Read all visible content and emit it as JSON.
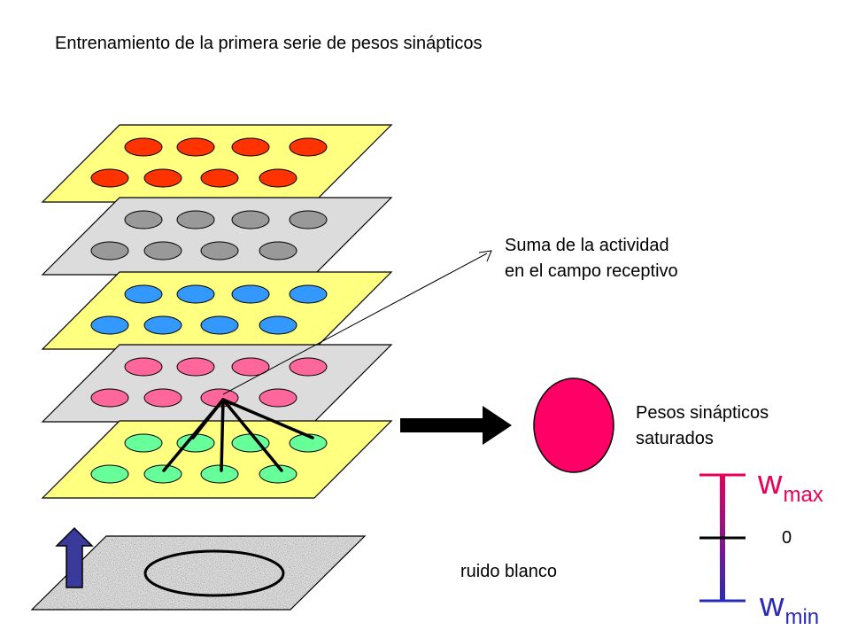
{
  "title": "Entrenamiento de la primera serie de pesos sinápticos",
  "label_sum": [
    "Suma de la actividad",
    "en el campo receptivo"
  ],
  "label_saturated": [
    "Pesos sinápticos",
    "saturados"
  ],
  "label_noise": "ruido blanco",
  "scale": {
    "max_main": "w",
    "max_sub": "max",
    "zero": "0",
    "min_main": "w",
    "min_sub": "min"
  },
  "layers": [
    {
      "name": "red-layer",
      "plane_color": "#ffff80",
      "neuron_color": "#ff3300"
    },
    {
      "name": "gray-layer",
      "plane_color": "#dcdcdc",
      "neuron_color": "#999999"
    },
    {
      "name": "blue-layer",
      "plane_color": "#ffff80",
      "neuron_color": "#3399ff"
    },
    {
      "name": "pink-layer",
      "plane_color": "#dcdcdc",
      "neuron_color": "#ff6699"
    },
    {
      "name": "green-layer",
      "plane_color": "#ffff80",
      "neuron_color": "#66ff99"
    }
  ],
  "colors": {
    "saturated_neuron": "#ff0066",
    "scale_top": "#e8005a",
    "scale_bottom": "#2a2ab8",
    "up_arrow": "#3a3a9a",
    "noise_plane": "#9a9a9a"
  }
}
